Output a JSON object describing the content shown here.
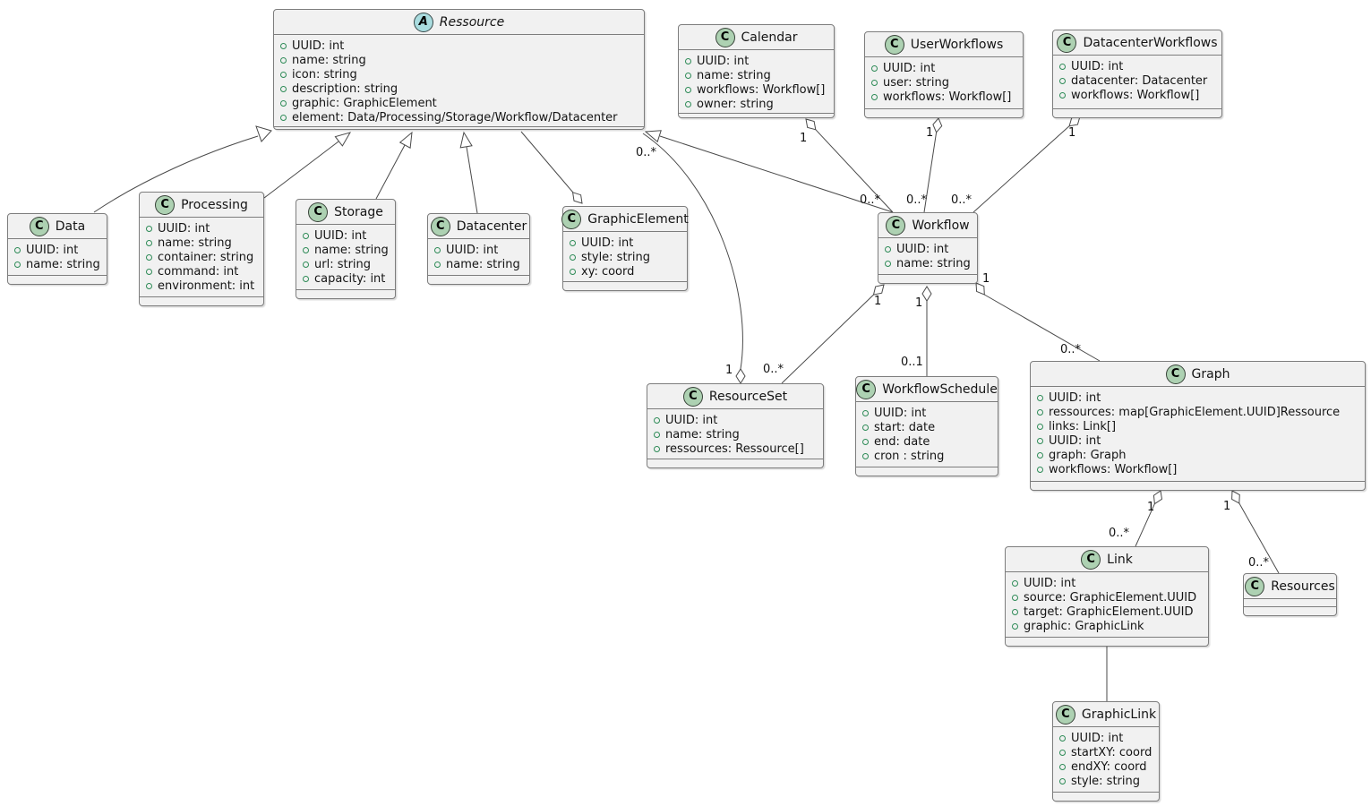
{
  "diagram": {
    "classes": [
      {
        "stereotype": "A",
        "name": "Ressource",
        "abstract": true,
        "attributes": [
          "UUID: int",
          "name: string",
          "icon: string",
          "description: string",
          "graphic: GraphicElement",
          "element: Data/Processing/Storage/Workflow/Datacenter"
        ]
      },
      {
        "stereotype": "C",
        "name": "Calendar",
        "attributes": [
          "UUID: int",
          "name: string",
          "workflows: Workflow[]",
          "owner: string"
        ]
      },
      {
        "stereotype": "C",
        "name": "UserWorkflows",
        "attributes": [
          "UUID: int",
          "user: string",
          "workflows: Workflow[]"
        ]
      },
      {
        "stereotype": "C",
        "name": "DatacenterWorkflows",
        "attributes": [
          "UUID: int",
          "datacenter: Datacenter",
          "workflows: Workflow[]"
        ]
      },
      {
        "stereotype": "C",
        "name": "Data",
        "attributes": [
          "UUID: int",
          "name: string"
        ]
      },
      {
        "stereotype": "C",
        "name": "Processing",
        "attributes": [
          "UUID: int",
          "name: string",
          "container: string",
          "command: int",
          "environment: int"
        ]
      },
      {
        "stereotype": "C",
        "name": "Storage",
        "attributes": [
          "UUID: int",
          "name: string",
          "url: string",
          "capacity: int"
        ]
      },
      {
        "stereotype": "C",
        "name": "Datacenter",
        "attributes": [
          "UUID: int",
          "name: string"
        ]
      },
      {
        "stereotype": "C",
        "name": "GraphicElement",
        "attributes": [
          "UUID: int",
          "style: string",
          "xy: coord"
        ]
      },
      {
        "stereotype": "C",
        "name": "Workflow",
        "attributes": [
          "UUID: int",
          "name: string"
        ]
      },
      {
        "stereotype": "C",
        "name": "ResourceSet",
        "attributes": [
          "UUID: int",
          "name: string",
          "ressources: Ressource[]"
        ]
      },
      {
        "stereotype": "C",
        "name": "WorkflowSchedule",
        "attributes": [
          "UUID: int",
          "start: date",
          "end: date",
          "cron : string"
        ]
      },
      {
        "stereotype": "C",
        "name": "Graph",
        "attributes": [
          "UUID: int",
          "ressources: map[GraphicElement.UUID]Ressource",
          "links: Link[]",
          "UUID: int",
          "graph: Graph",
          "workflows: Workflow[]"
        ]
      },
      {
        "stereotype": "C",
        "name": "Link",
        "attributes": [
          "UUID: int",
          "source: GraphicElement.UUID",
          "target: GraphicElement.UUID",
          "graphic: GraphicLink"
        ]
      },
      {
        "stereotype": "C",
        "name": "Resources",
        "attributes": []
      },
      {
        "stereotype": "C",
        "name": "GraphicLink",
        "attributes": [
          "UUID: int",
          "startXY: coord",
          "endXY: coord",
          "style: string"
        ]
      }
    ],
    "edges": [
      {
        "from": "Data",
        "to": "Ressource",
        "type": "generalization"
      },
      {
        "from": "Processing",
        "to": "Ressource",
        "type": "generalization"
      },
      {
        "from": "Storage",
        "to": "Ressource",
        "type": "generalization"
      },
      {
        "from": "Datacenter",
        "to": "Ressource",
        "type": "generalization"
      },
      {
        "from": "Workflow",
        "to": "Ressource",
        "type": "generalization"
      },
      {
        "from": "Ressource",
        "to": "GraphicElement",
        "type": "aggregation"
      },
      {
        "from": "Calendar",
        "to": "Workflow",
        "type": "aggregation",
        "source_mult": "1",
        "target_mult": "0..*"
      },
      {
        "from": "UserWorkflows",
        "to": "Workflow",
        "type": "aggregation",
        "source_mult": "1",
        "target_mult": "0..*"
      },
      {
        "from": "DatacenterWorkflows",
        "to": "Workflow",
        "type": "aggregation",
        "source_mult": "1",
        "target_mult": "0..*"
      },
      {
        "from": "Workflow",
        "to": "ResourceSet",
        "type": "aggregation",
        "source_mult": "1",
        "target_mult": "0..*"
      },
      {
        "from": "Workflow",
        "to": "WorkflowSchedule",
        "type": "aggregation",
        "source_mult": "1",
        "target_mult": "0..1"
      },
      {
        "from": "Workflow",
        "to": "Graph",
        "type": "aggregation",
        "source_mult": "1",
        "target_mult": "0..*"
      },
      {
        "from": "ResourceSet",
        "to": "Ressource",
        "type": "aggregation",
        "source_mult": "1",
        "target_mult": "0..*"
      },
      {
        "from": "Graph",
        "to": "Link",
        "type": "aggregation",
        "source_mult": "1",
        "target_mult": "0..*"
      },
      {
        "from": "Graph",
        "to": "Resources",
        "type": "aggregation",
        "source_mult": "1",
        "target_mult": "0..*"
      },
      {
        "from": "Link",
        "to": "GraphicLink",
        "type": "association"
      }
    ]
  }
}
